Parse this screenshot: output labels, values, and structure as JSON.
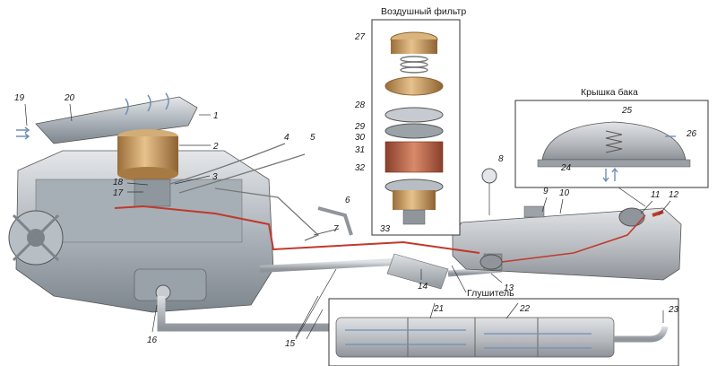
{
  "titles": {
    "air_filter": "Воздушный фильтр",
    "tank_cap": "Крышка бака",
    "muffler": "Глушитель"
  },
  "callouts": [
    "1",
    "2",
    "3",
    "4",
    "5",
    "6",
    "7",
    "8",
    "9",
    "10",
    "11",
    "12",
    "13",
    "14",
    "15",
    "16",
    "17",
    "18",
    "19",
    "20",
    "21",
    "22",
    "23",
    "24",
    "25",
    "26",
    "27",
    "28",
    "29",
    "30",
    "31",
    "32",
    "33"
  ],
  "colors": {
    "fuel_line": "#c0392b",
    "engine_gray": "#9aa3ab",
    "brass": "#c9a066",
    "tank_gray": "#b9bcc0",
    "filter_element": "#b9654a",
    "flow_arrow": "#6f8fb8"
  }
}
